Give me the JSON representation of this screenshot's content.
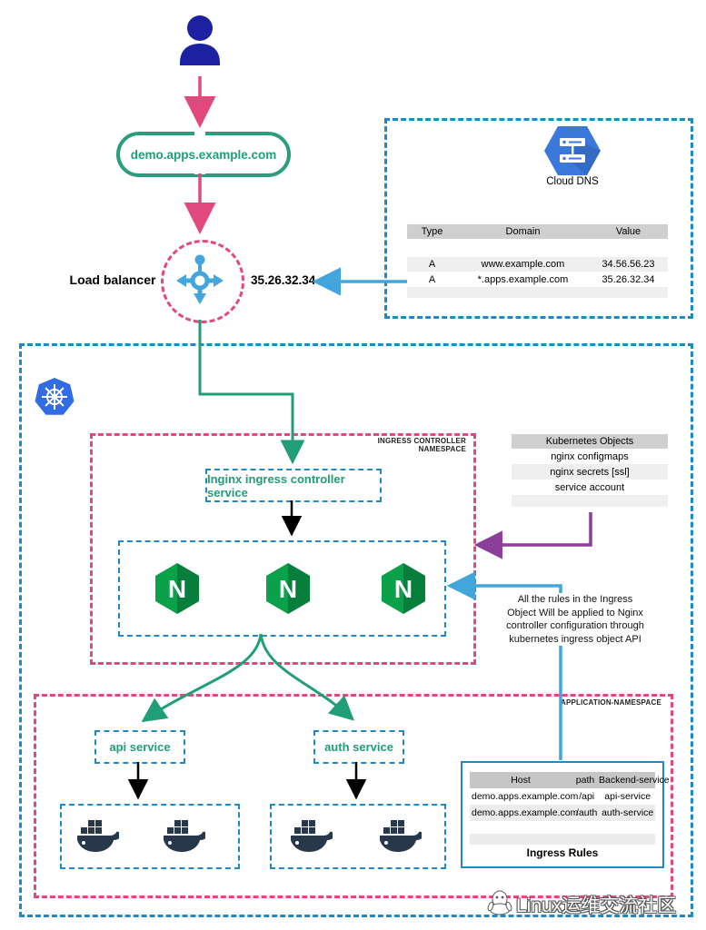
{
  "flow": {
    "domain": "demo.apps.example.com",
    "load_balancer": "Load balancer",
    "lb_ip": "35.26.32.34"
  },
  "dns_panel": {
    "icon_caption": "Cloud DNS",
    "table": {
      "headers": {
        "type": "Type",
        "domain": "Domain",
        "value": "Value"
      },
      "rows": [
        {
          "type": "A",
          "domain": "www.example.com",
          "value": "34.56.56.23"
        },
        {
          "type": "A",
          "domain": "*.apps.example.com",
          "value": "35.26.32.34"
        }
      ]
    }
  },
  "ingress_ns": {
    "label": "INGRESS CONTROLLER NAMESPACE",
    "service": "Inginx ingress controller service"
  },
  "k8s_objects": {
    "title": "Kubernetes Objects",
    "rows": [
      "nginx configmaps",
      "nginx secrets [ssl]",
      "service account"
    ]
  },
  "annotation": {
    "lines": [
      "All the rules in the Ingress",
      "Object Will be applied to Nginx",
      "controller configuration through",
      "kubernetes ingress object API"
    ]
  },
  "app_ns": {
    "label": "APPLICATION-NAMESPACE",
    "api_service": "api service",
    "auth_service": "auth service"
  },
  "ingress_rules": {
    "headers": {
      "host": "Host",
      "path": "path",
      "backend": "Backend-service"
    },
    "rows": [
      {
        "host": "demo.apps.example.com",
        "path": "/api",
        "backend": "api-service"
      },
      {
        "host": "demo.apps.example.com",
        "path": "/auth",
        "backend": "auth-service"
      }
    ],
    "caption": "Ingress Rules"
  },
  "watermark": "Linux运维交流社区",
  "icons": {
    "user": "user-icon",
    "load_balancer": "load-balancer-icon",
    "cloud_dns": "cloud-dns-hexagon-icon",
    "kubernetes": "kubernetes-helm-wheel-icon",
    "nginx": "nginx-icon",
    "docker": "docker-whale-icon",
    "penguin": "qq-penguin-icon"
  },
  "colors": {
    "pink": "#e1497e",
    "blue_dash": "#1e88c9",
    "teal": "#1f9e77",
    "navy": "#1b21a0",
    "light_blue": "#42a5dc",
    "purple": "#8b3f98",
    "nginx_green": "#0ba04a",
    "nginx_green_dark": "#077e3c",
    "docker_dark": "#28384a",
    "k8s_blue": "#326ce5",
    "dns_blue": "#3c78dc",
    "table_header_gray": "#cfcfcf",
    "table_alt_gray": "#efefef"
  }
}
